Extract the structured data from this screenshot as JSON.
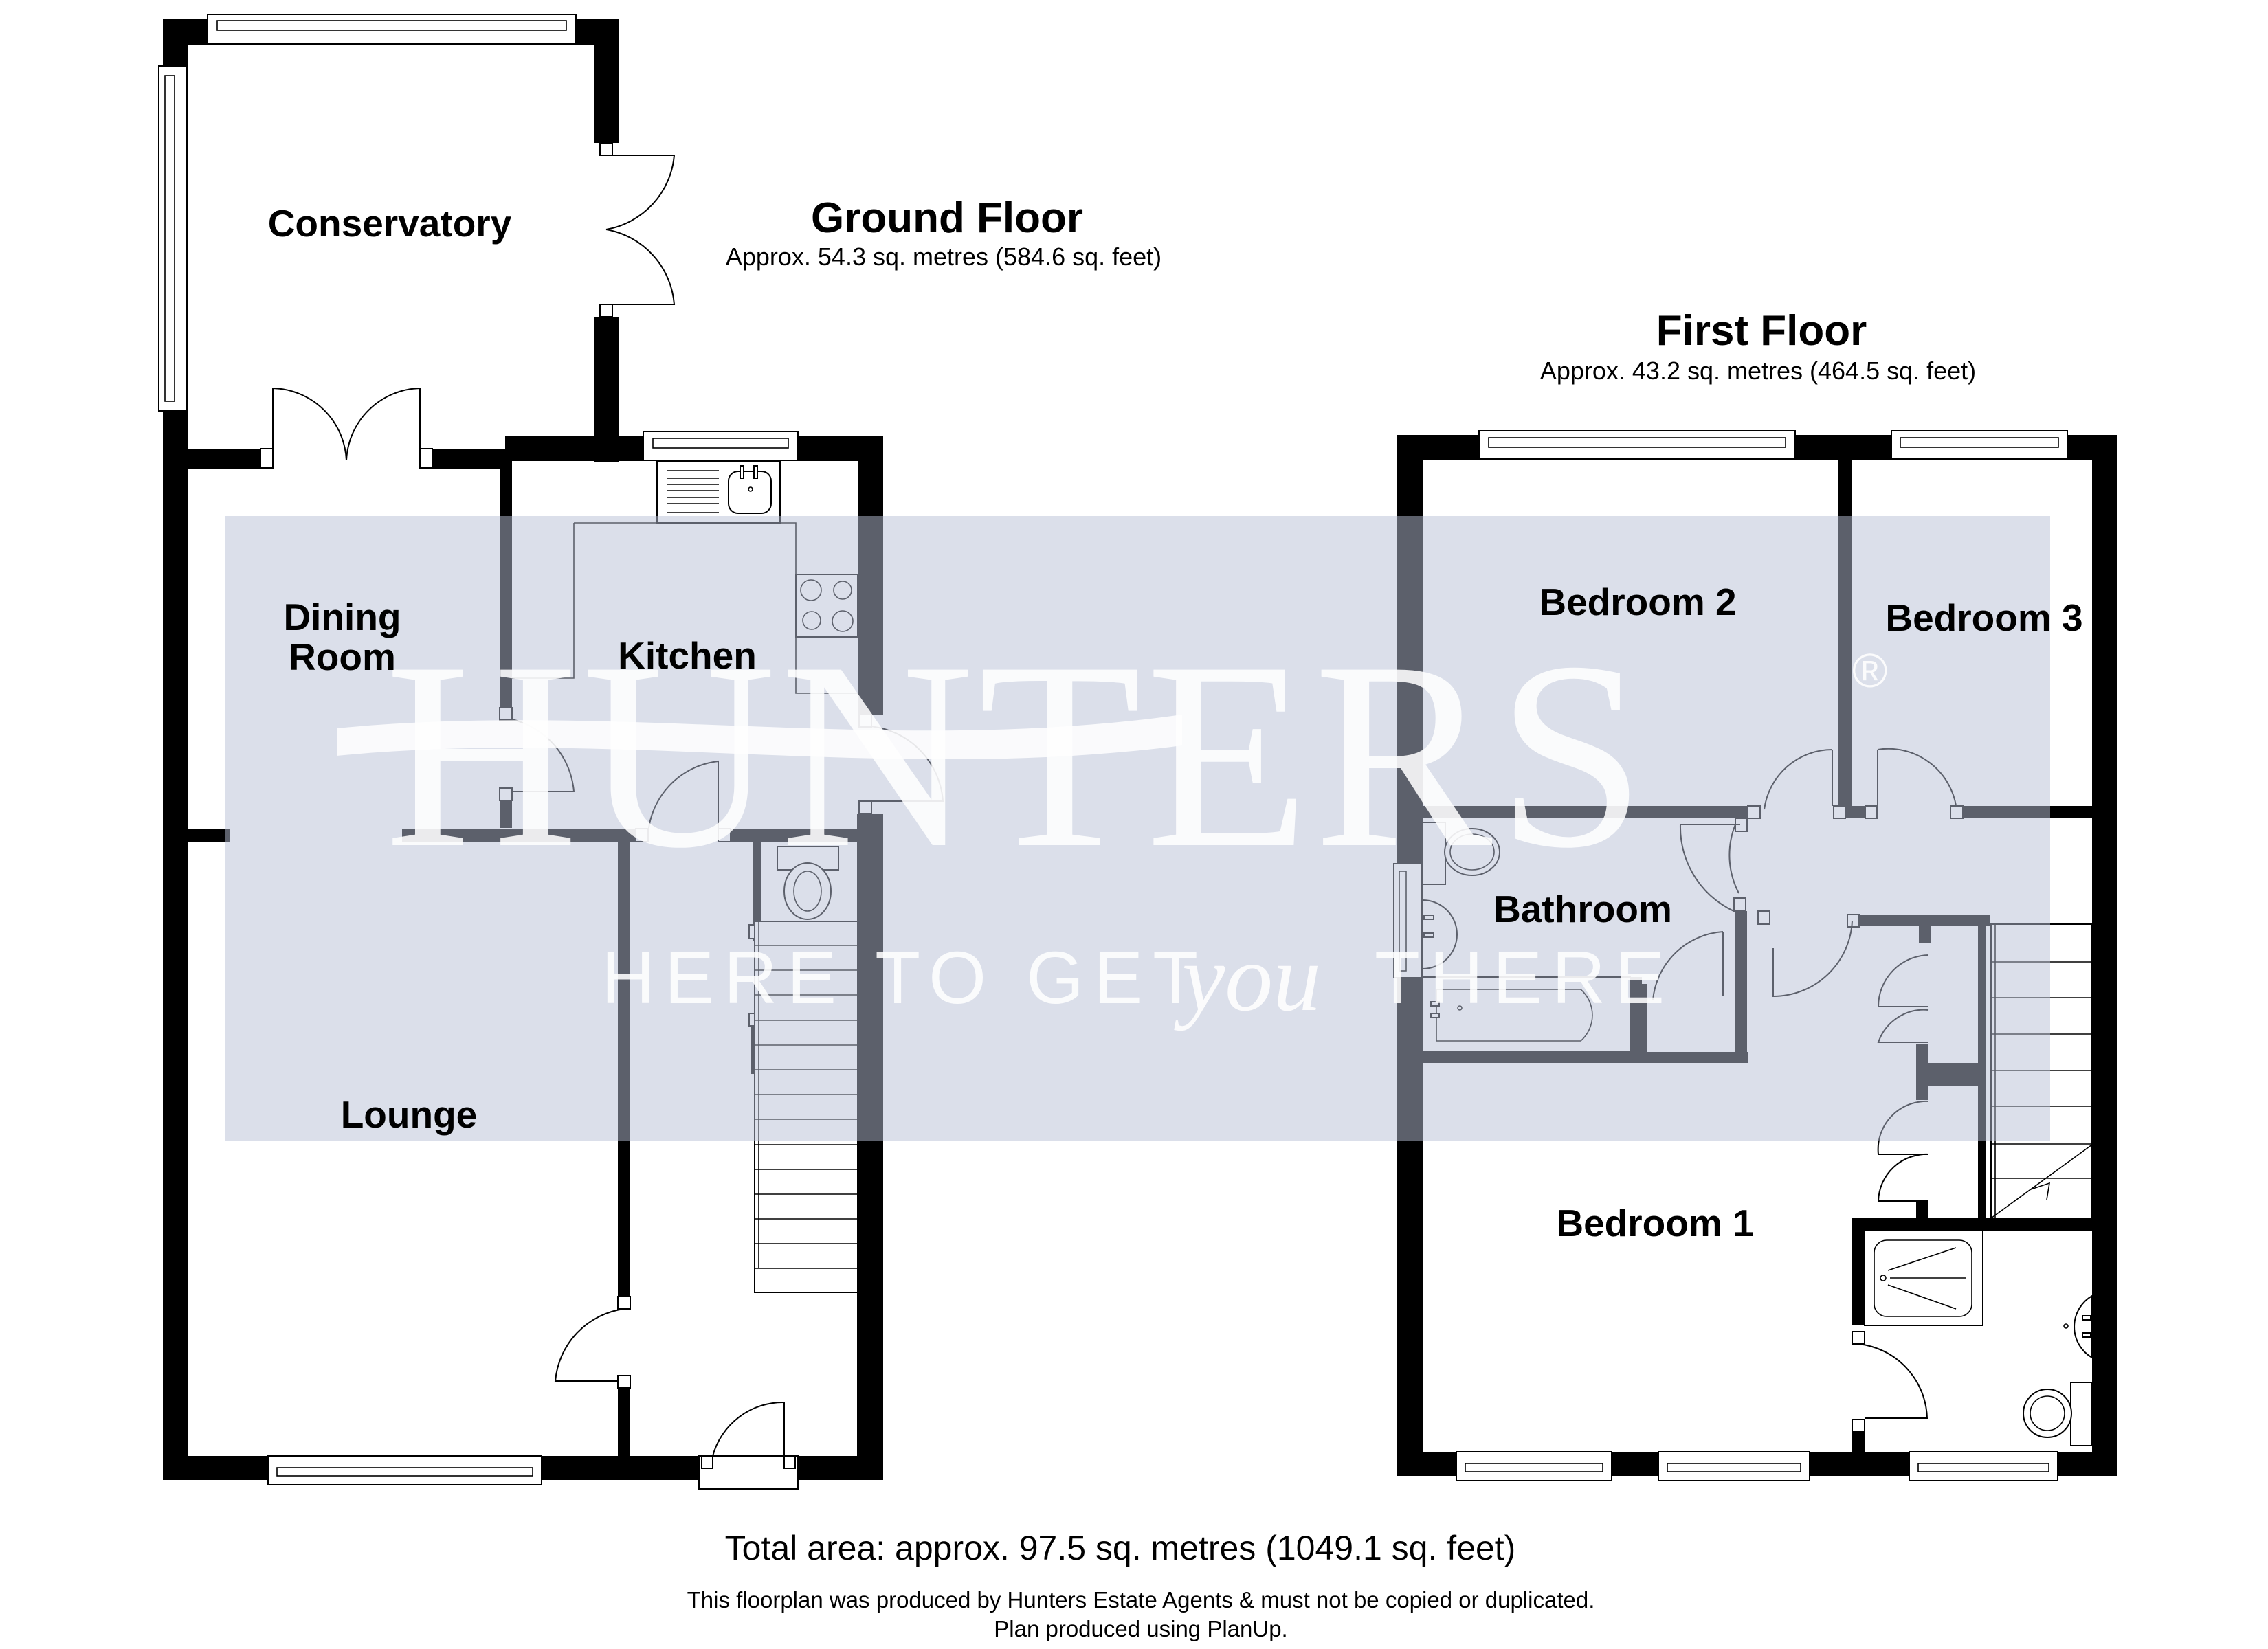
{
  "ground_floor": {
    "title": "Ground Floor",
    "area": "Approx. 54.3 sq. metres (584.6 sq. feet)",
    "rooms": {
      "conservatory": "Conservatory",
      "dining_room_line1": "Dining",
      "dining_room_line2": "Room",
      "kitchen": "Kitchen",
      "lounge": "Lounge"
    }
  },
  "first_floor": {
    "title": "First Floor",
    "area": "Approx. 43.2 sq. metres (464.5 sq. feet)",
    "rooms": {
      "bedroom_1": "Bedroom 1",
      "bedroom_2": "Bedroom 2",
      "bedroom_3": "Bedroom 3",
      "bathroom": "Bathroom"
    }
  },
  "watermark": {
    "brand": "HUNTERS",
    "registered": "®",
    "tagline_part1": "HERE TO GET",
    "tagline_you": "you",
    "tagline_part2": "THERE",
    "band_color": "#d8dde8"
  },
  "footer": {
    "total_area": "Total area: approx. 97.5 sq. metres (1049.1 sq. feet)",
    "disclaimer": "This floorplan was produced by Hunters Estate Agents & must not be copied or duplicated.",
    "credit": "Plan produced using PlanUp."
  }
}
